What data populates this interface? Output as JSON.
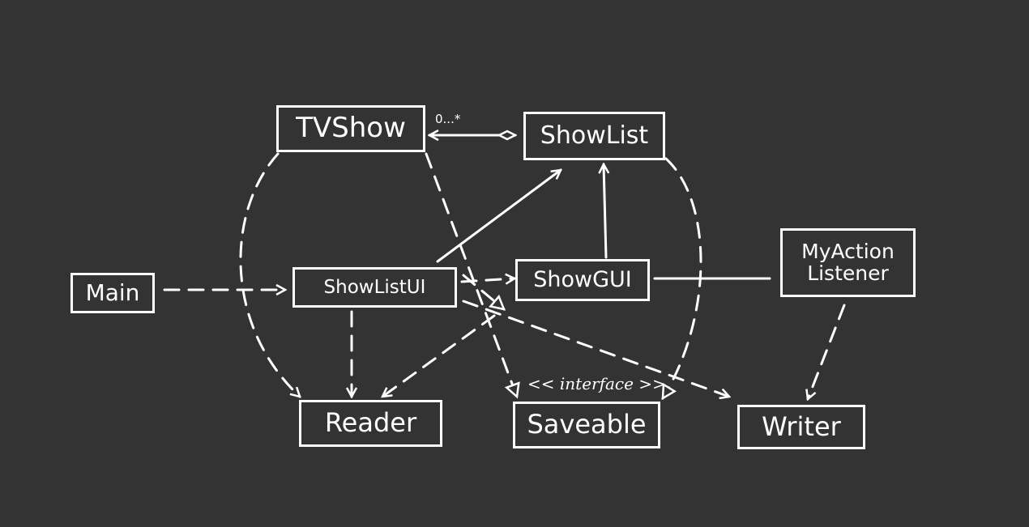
{
  "colors": {
    "background": "#333333",
    "stroke": "#ffffff"
  },
  "classes": {
    "tvshow": "TVShow",
    "showlist": "ShowList",
    "main": "Main",
    "showlistui": "ShowListUI",
    "showgui": "ShowGUI",
    "myactionlistener": "MyAction\nListener",
    "reader": "Reader",
    "saveable": "Saveable",
    "writer": "Writer"
  },
  "stereotype": "<< interface >>",
  "multiplicity": "0...*"
}
